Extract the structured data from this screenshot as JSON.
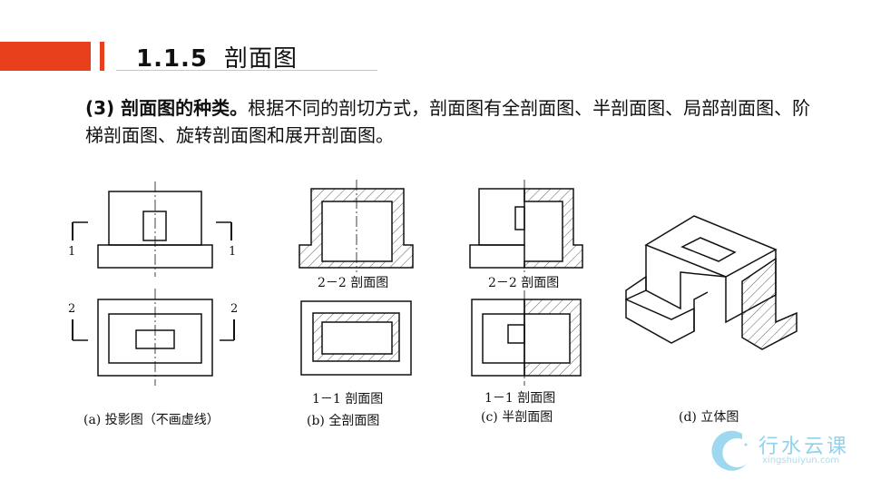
{
  "header": {
    "number": "1.1.5",
    "title": "剖面图"
  },
  "body": {
    "lead": "(3) 剖面图的种类。",
    "text": "根据不同的剖切方式，剖面图有全剖面图、半剖面图、局部剖面图、阶梯剖面图、旋转剖面图和展开剖面图。"
  },
  "figures": {
    "a": {
      "caption": "(a) 投影图（不画虚线）",
      "mark1_left": "1",
      "mark1_right": "1",
      "mark2_left": "2",
      "mark2_right": "2"
    },
    "b": {
      "caption": "(b) 全剖面图",
      "top_label": "2－2 剖面图",
      "bottom_label": "1－1 剖面图"
    },
    "c": {
      "caption": "(c) 半剖面图",
      "top_label": "2－2 剖面图",
      "bottom_label": "1－1 剖面图"
    },
    "d": {
      "caption": "(d) 立体图"
    }
  },
  "logo": {
    "name": "行水云课",
    "url": "xingshuiyun.com"
  },
  "colors": {
    "accent": "#e8401c",
    "logo": "#8fd3ef"
  }
}
